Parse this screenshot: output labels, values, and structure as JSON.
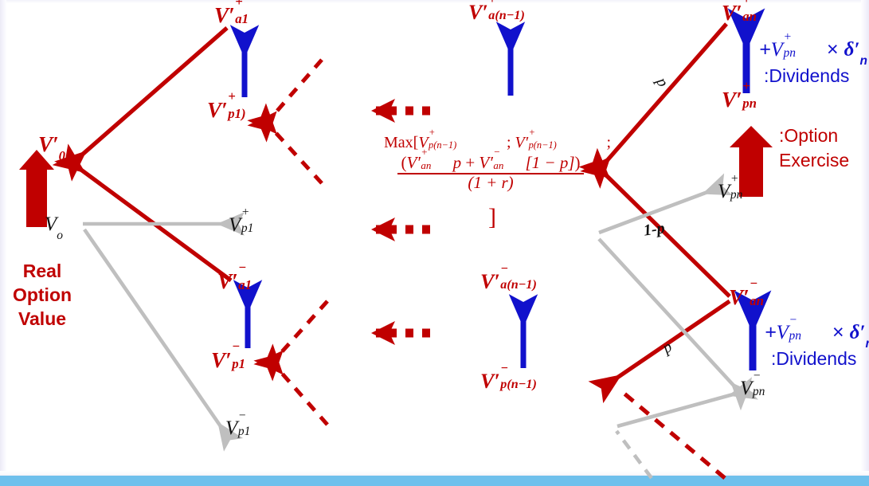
{
  "figure": {
    "title": "Real Option Value binomial lattice with dividends and option exercise",
    "colors": {
      "red": "#C00000",
      "blue": "#1111CC",
      "gray": "#BFBFBF",
      "black": "#111111",
      "bottom_bar": "#6FC0EC",
      "background": "#FFFFFF"
    }
  },
  "root": {
    "option_value_label": "V′",
    "option_value_sub": "0",
    "underlying_label": "V",
    "underlying_sub": "o",
    "caption_lines": [
      "Real",
      "Option",
      "Value"
    ]
  },
  "period1": {
    "up_asset": {
      "base": "V′",
      "sup": "+",
      "sub": "a1"
    },
    "up_project": {
      "base": "V′",
      "sup": "+",
      "sub": "p1)"
    },
    "up_underlying": {
      "base": "V",
      "sup": "+",
      "sub": "p1"
    },
    "down_asset": {
      "base": "V′",
      "sup": "−",
      "sub": "a1"
    },
    "down_project": {
      "base": "V′",
      "sup": "−",
      "sub": "p1"
    },
    "down_underlying": {
      "base": "V",
      "sup": "−",
      "sub": "p1"
    }
  },
  "period_n_minus_1": {
    "up_asset": {
      "base": "V′",
      "sup": "+",
      "sub": "a(n−1)"
    },
    "down_asset": {
      "base": "V′",
      "sup": "−",
      "sub": "a(n−1)"
    },
    "down_project": {
      "base": "V′",
      "sup": "−",
      "sub": "p(n−1)"
    }
  },
  "period_n": {
    "up_asset": {
      "base": "V′",
      "sup": "+",
      "sub": "an"
    },
    "up_project": {
      "base": "V′",
      "sup": "+",
      "sub": "pn"
    },
    "up_underlying": {
      "base": "V",
      "sup": "+",
      "sub": "pn"
    },
    "down_asset": {
      "base": "V′",
      "sup": "−",
      "sub": "an"
    },
    "down_underlying": {
      "base": "V",
      "sup": "−",
      "sub": "pn"
    }
  },
  "probabilities": {
    "up_top": "p",
    "down_top": "1-p",
    "up_bottom": "p"
  },
  "formula": {
    "line1_prefix": "Max[",
    "term1": {
      "base": "V",
      "sup": "+",
      "sub": "p(n−1)"
    },
    "sep1": " ; ",
    "term2": {
      "base": "V′",
      "sup": "+",
      "sub": "p(n−1)"
    },
    "sep2": " ;",
    "numerator_open": "(",
    "num_term1": {
      "base": "V′",
      "sup": "+",
      "sub": "an"
    },
    "num_p": "p",
    "num_plus": " + ",
    "num_term2": {
      "base": "V′",
      "sup": "−",
      "sub": "an"
    },
    "num_bracket": "[1 − p]",
    "numerator_close": ")",
    "denominator": "(1 + r)",
    "close_bracket": "]"
  },
  "annotations": {
    "dividends_up": {
      "expr_plus": "+",
      "expr_v": "V",
      "expr_sup": "+",
      "expr_sub": "pn",
      "expr_times": " × ",
      "expr_delta": "δ′",
      "expr_delta_sub": "n",
      "caption": ":Dividends"
    },
    "dividends_down": {
      "expr_plus": "+",
      "expr_v": "V",
      "expr_sup": "−",
      "expr_sub": "pn",
      "expr_times": " × ",
      "expr_delta": "δ′",
      "expr_delta_sub": "n",
      "caption": ":Dividends"
    },
    "option_exercise": {
      "caption_line1": ":Option",
      "caption_line2": "Exercise"
    }
  },
  "icons": {
    "blue_up_arrow": "arrow-up-icon",
    "red_thick_up_arrow": "arrow-up-thick-icon",
    "dotted_left_arrow": "arrow-left-dotted-icon",
    "dashed_converge_arrow": "arrow-dashed-converge-icon",
    "gray_branch_arrow": "arrow-branch-gray-icon",
    "red_branch_arrow": "arrow-branch-red-icon"
  }
}
